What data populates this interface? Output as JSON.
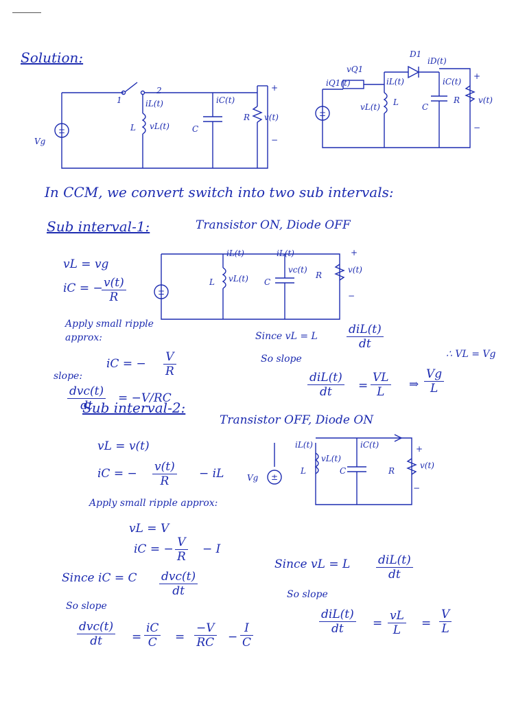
{
  "heading": "Solution:",
  "ccm_line": "In CCM, we convert switch into two sub intervals:",
  "sub1": {
    "title": "Sub interval-1:",
    "state": "Transistor ON, Diode OFF",
    "eq1": "vL = vg",
    "eq2_lhs": "iC = −",
    "eq2_num": "v(t)",
    "eq2_den": "R",
    "apply": "Apply small ripple approx:",
    "eq3_lhs": "iC = −",
    "eq3_num": "V",
    "eq3_den": "R",
    "slope": "slope:",
    "eq4_num": "dvc(t)",
    "eq4_den": "dt",
    "eq4_rhs": "= −V/RC",
    "since": "Since vL = L",
    "since_num": "diL(t)",
    "since_den": "dt",
    "vl_vg": "∴ VL = Vg",
    "so_slope": "So slope",
    "eq5_num": "diL(t)",
    "eq5_den": "dt",
    "eq5_mid_num": "VL",
    "eq5_mid_den": "L",
    "eq5_arrow": "⇒",
    "eq5_end_num": "Vg",
    "eq5_end_den": "L"
  },
  "sub2": {
    "title": "Sub interval-2:",
    "state": "Transistor OFF, Diode ON",
    "eq1": "vL = v(t)",
    "eq2_lhs": "iC = −",
    "eq2_num": "v(t)",
    "eq2_den": "R",
    "eq2_rhs": "− iL",
    "apply": "Apply small ripple approx:",
    "eq3": "vL = V",
    "eq4_lhs": "iC = −",
    "eq4_num": "V",
    "eq4_den": "R",
    "eq4_rhs": "− I",
    "since_left": "Since iC = C",
    "since_left_num": "dvc(t)",
    "since_left_den": "dt",
    "so_slope_left": "So slope",
    "eq5_num": "dvc(t)",
    "eq5_den": "dt",
    "eq5_a_num": "iC",
    "eq5_a_den": "C",
    "eq5_b_num": "−V",
    "eq5_b_den": "RC",
    "eq5_c_num": "I",
    "eq5_c_den": "C",
    "since_right": "Since vL = L",
    "since_right_num": "diL(t)",
    "since_right_den": "dt",
    "so_slope_right": "So slope",
    "eq6_num": "diL(t)",
    "eq6_den": "dt",
    "eq6_a_num": "vL",
    "eq6_a_den": "L",
    "eq6_b_num": "V",
    "eq6_b_den": "L"
  },
  "labels": {
    "vg": "Vg",
    "L": "L",
    "C": "C",
    "R": "R",
    "vt": "v(t)",
    "iL": "iL(t)",
    "iC": "iC(t)",
    "vL": "vL(t)",
    "vc": "vc(t)",
    "D1": "D1",
    "iD": "iD(t)",
    "vQ1": "vQ1",
    "iQ1": "iQ1(t)",
    "sw1": "1",
    "sw2": "2",
    "plus": "+",
    "minus": "−"
  }
}
